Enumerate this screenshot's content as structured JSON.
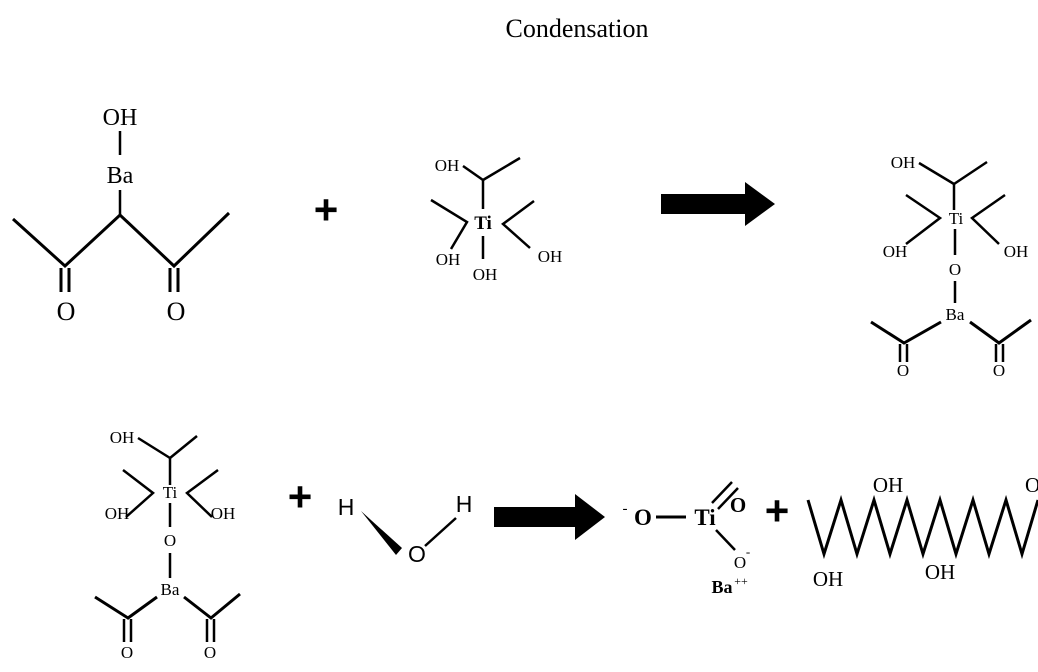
{
  "title": "Condensation",
  "operators": {
    "plus": "+"
  },
  "atoms": {
    "oh": "OH",
    "ba": "Ba",
    "o": "O",
    "ti": "Ti",
    "h": "H",
    "neg": "-",
    "ba_plus": "++"
  }
}
